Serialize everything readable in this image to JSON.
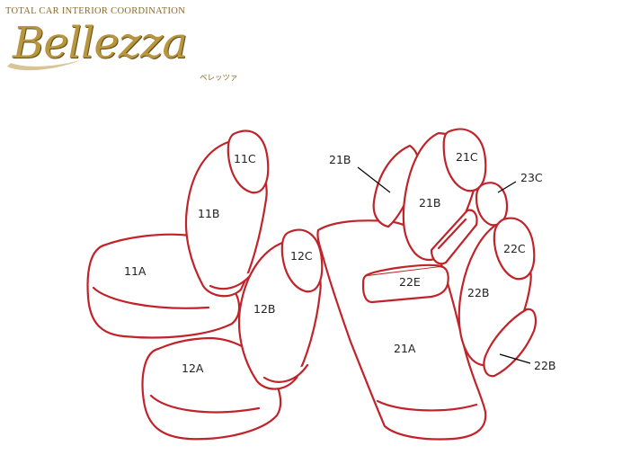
{
  "header": {
    "tagline": "TOTAL CAR INTERIOR COORDINATION",
    "brand": "Bellezza",
    "brand_kana": "ベレッツァ"
  },
  "colors": {
    "outline": "#c0232a",
    "brand_gold": "#b8953f",
    "label_text": "#222222"
  },
  "labels": {
    "l11c": "11C",
    "l11b": "11B",
    "l11a": "11A",
    "l12c": "12C",
    "l12b": "12B",
    "l12a": "12A",
    "l21b_top": "21B",
    "l21c": "21C",
    "l21b": "21B",
    "l23c": "23C",
    "l22c": "22C",
    "l22e": "22E",
    "l22b": "22B",
    "l21a": "21A",
    "l22b_side": "22B"
  }
}
